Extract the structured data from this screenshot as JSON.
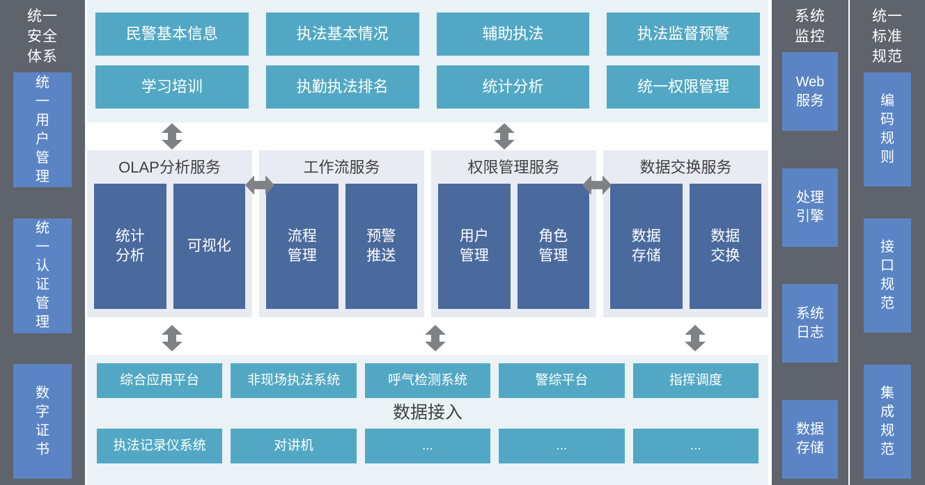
{
  "colors": {
    "gray_sidebar": "#5f636b",
    "blue_chip": "#5b84c4",
    "teal_box": "#52a8c4",
    "dark_blue_box": "#4a6a9d",
    "app_panel_bg": "#eaf2f5",
    "service_panel_bg": "#e8ebf2",
    "arrow": "#7f8285"
  },
  "left_sidebar": {
    "title": "统一\n安全\n体系",
    "items": [
      {
        "label": "统\n一\n用\n户\n管\n理"
      },
      {
        "label": "统\n一\n认\n证\n管\n理"
      },
      {
        "label": "数\n字\n证\n书"
      }
    ]
  },
  "application_layer": {
    "boxes": [
      {
        "label": "民警基本信息"
      },
      {
        "label": "执法基本情况"
      },
      {
        "label": "辅助执法"
      },
      {
        "label": "执法监督预警"
      },
      {
        "label": "学习培训"
      },
      {
        "label": "执勤执法排名"
      },
      {
        "label": "统计分析"
      },
      {
        "label": "统一权限管理"
      }
    ]
  },
  "service_layer": {
    "cards": [
      {
        "title": "OLAP分析服务",
        "children": [
          {
            "label": "统计\n分析"
          },
          {
            "label": "可视化"
          }
        ]
      },
      {
        "title": "工作流服务",
        "children": [
          {
            "label": "流程\n管理"
          },
          {
            "label": "预警\n推送"
          }
        ]
      },
      {
        "title": "权限管理服务",
        "children": [
          {
            "label": "用户\n管理"
          },
          {
            "label": "角色\n管理"
          }
        ]
      },
      {
        "title": "数据交换服务",
        "children": [
          {
            "label": "数据\n存储"
          },
          {
            "label": "数据\n交换"
          }
        ]
      }
    ]
  },
  "data_layer": {
    "label": "数据接入",
    "row1": [
      {
        "label": "综合应用平台"
      },
      {
        "label": "非现场执法系统"
      },
      {
        "label": "呼气检测系统"
      },
      {
        "label": "警综平台"
      },
      {
        "label": "指挥调度"
      }
    ],
    "row2": [
      {
        "label": "执法记录仪系统"
      },
      {
        "label": "对讲机"
      },
      {
        "label": "..."
      },
      {
        "label": "..."
      },
      {
        "label": "..."
      }
    ]
  },
  "monitor_sidebar": {
    "title": "系统\n监控",
    "items": [
      {
        "label": "Web\n服务"
      },
      {
        "label": "处理\n引擎"
      },
      {
        "label": "系统\n日志"
      },
      {
        "label": "数据\n存储"
      }
    ]
  },
  "standard_sidebar": {
    "title": "统一\n标准\n规范",
    "items": [
      {
        "label": "编\n码\n规\n则"
      },
      {
        "label": "接\n口\n规\n范"
      },
      {
        "label": "集\n成\n规\n范"
      }
    ]
  }
}
